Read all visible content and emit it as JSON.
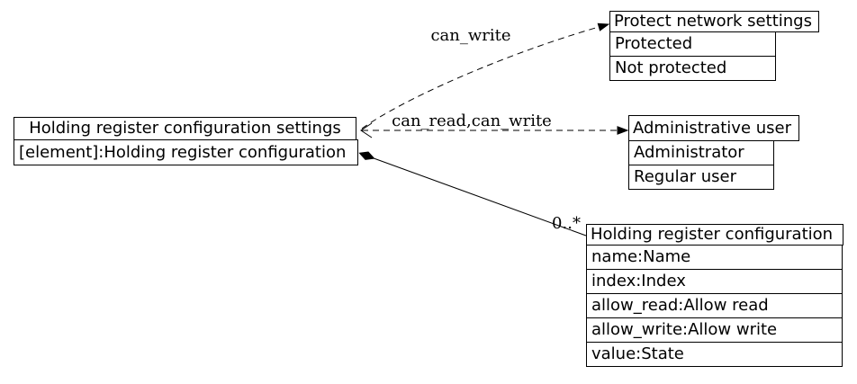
{
  "diagram": {
    "nodes": {
      "settings": {
        "title": "Holding register configuration settings",
        "rows": [
          "[element]:Holding register configuration"
        ]
      },
      "protect": {
        "title": "Protect network settings",
        "rows": [
          "Protected",
          "Not protected"
        ]
      },
      "admin": {
        "title": "Administrative user",
        "rows": [
          "Administrator",
          "Regular user"
        ]
      },
      "holding": {
        "title": "Holding register configuration",
        "rows": [
          "name:Name",
          "index:Index",
          "allow_read:Allow read",
          "allow_write:Allow write",
          "value:State"
        ]
      }
    },
    "edges": {
      "can_write": {
        "label": "can_write",
        "style": "dashed",
        "head": "filled-arrow"
      },
      "can_read_write": {
        "label": "can_read,can_write",
        "style": "dashed",
        "head": "filled-arrow",
        "tail": "open-vee"
      },
      "composition": {
        "label": "0..*",
        "style": "solid",
        "tail": "filled-diamond"
      }
    },
    "colors": {
      "line": "#000000",
      "background": "#ffffff",
      "text": "#000000"
    }
  }
}
